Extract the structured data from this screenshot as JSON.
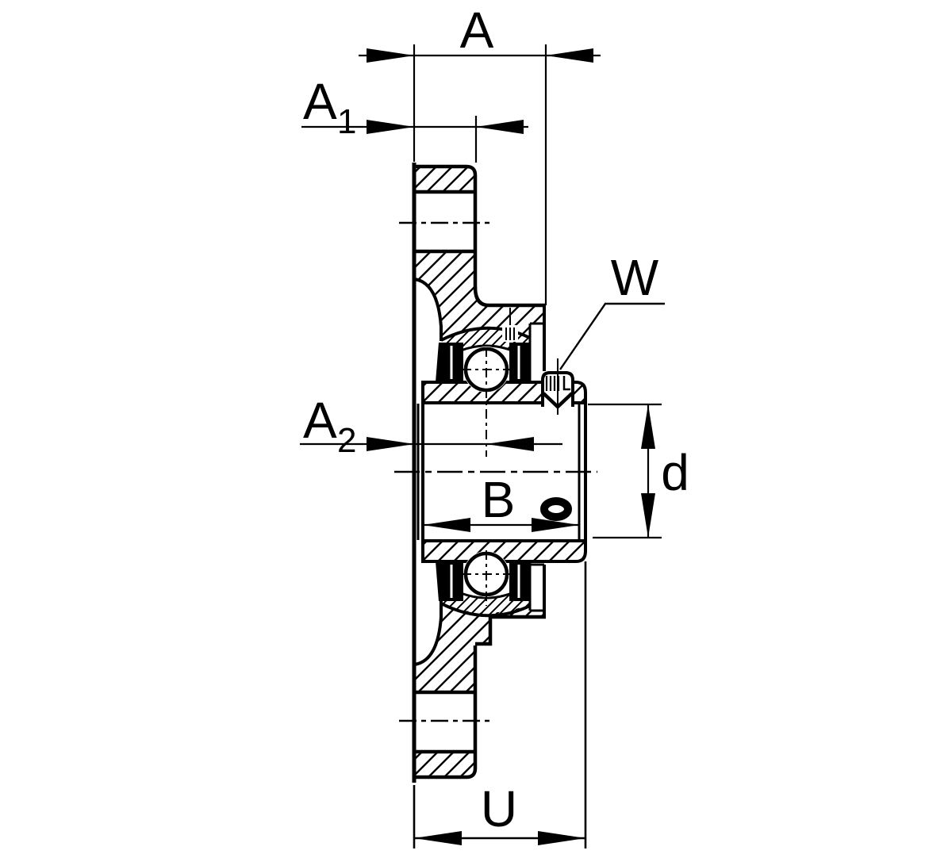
{
  "drawing": {
    "type": "technical-section-drawing",
    "subject": "flanged bearing unit cross-section",
    "colors": {
      "line": "#000000",
      "background": "#ffffff"
    },
    "labels": {
      "A": {
        "base": "A",
        "sub": ""
      },
      "A1": {
        "base": "A",
        "sub": "1"
      },
      "A2": {
        "base": "A",
        "sub": "2"
      },
      "B": {
        "base": "B",
        "sub": ""
      },
      "U": {
        "base": "U",
        "sub": ""
      },
      "d": {
        "base": "d",
        "sub": ""
      },
      "W": {
        "base": "W",
        "sub": ""
      }
    }
  }
}
